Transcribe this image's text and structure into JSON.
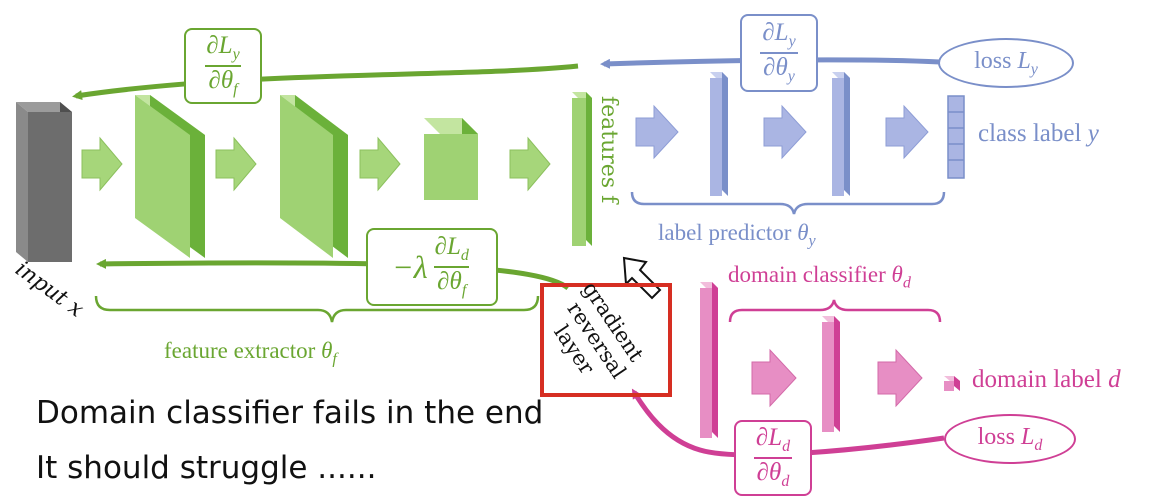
{
  "colors": {
    "green": "#6aa631",
    "green_fill": "#a6d67a",
    "green_dark": "#6bb13a",
    "blue": "#7a8fc9",
    "blue_fill": "#aab5e3",
    "pink": "#cf3f95",
    "pink_fill": "#e78ec4",
    "red_box": "#d62e22",
    "gray": "#6d6d6d",
    "text": "#111111"
  },
  "labels": {
    "input": "input x",
    "features": "features f",
    "class_label": "class label y",
    "label_predictor": "label predictor θy",
    "domain_classifier": "domain classifier θd",
    "domain_label": "domain label d",
    "feature_extractor": "feature extractor θf",
    "loss_y": "loss Ly",
    "loss_d": "loss Ld",
    "grad_reversal": [
      "gradient",
      "reversal",
      "layer"
    ],
    "grad_y_f": "∂Ly/∂θf",
    "grad_y_y": "∂Ly/∂θy",
    "grad_d_f": "−λ ∂Ld/∂θf",
    "grad_d_d": "∂Ld/∂θd"
  },
  "captions": {
    "line1": "Domain classifier fails in the end",
    "line2": "It should struggle ......"
  }
}
